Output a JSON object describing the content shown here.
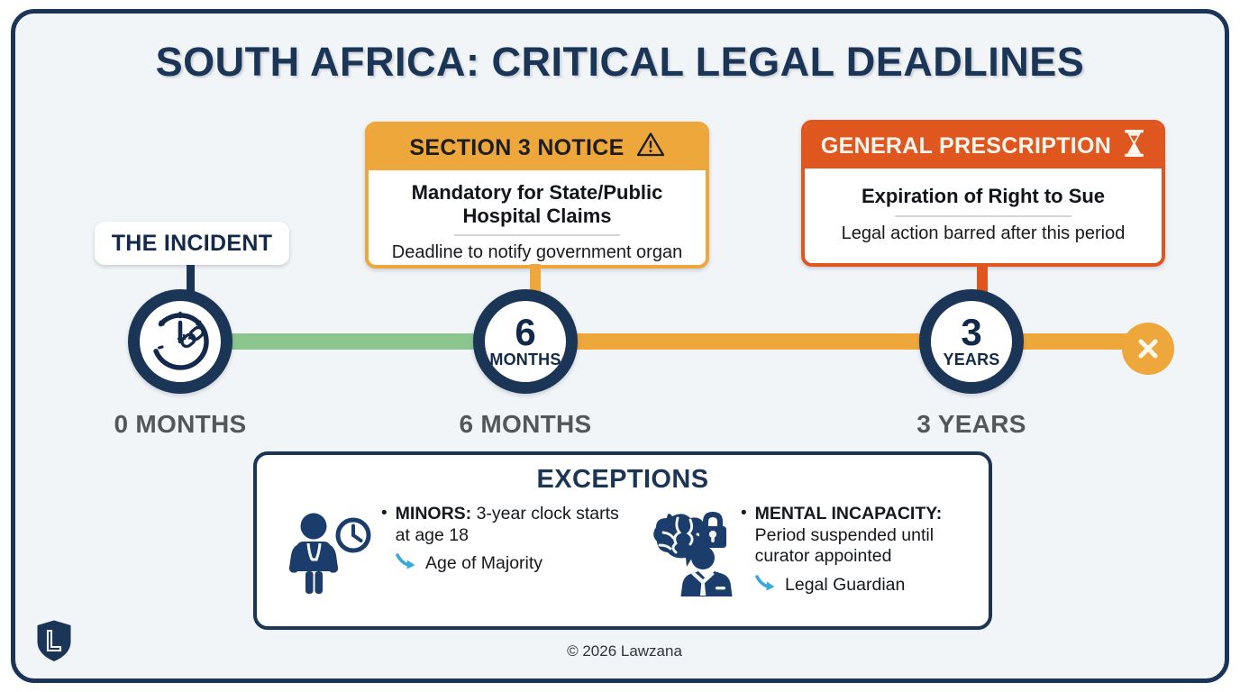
{
  "title": "SOUTH AFRICA: CRITICAL LEGAL DEADLINES",
  "cards": [
    {
      "id": "section-3-notice",
      "header": "SECTION 3 NOTICE",
      "header_icon": "warning-triangle-icon",
      "main": "Mandatory for State/Public Hospital Claims",
      "sub": "Deadline to notify government organ",
      "accent": "#eda73a"
    },
    {
      "id": "general-prescription",
      "header": "GENERAL PRESCRIPTION",
      "header_icon": "hourglass-icon",
      "main": "Expiration of Right to Sue",
      "sub": "Legal action barred after this period",
      "accent": "#e0561f"
    }
  ],
  "timeline": {
    "incident_pill": "THE INCIDENT",
    "nodes": [
      {
        "id": "node-incident",
        "number": "",
        "unit": "",
        "icon": "stopwatch-broken-chain-icon",
        "label": "0 MONTHS"
      },
      {
        "id": "node-six-months",
        "number": "6",
        "unit": "MONTHS",
        "icon": "",
        "label": "6 MONTHS"
      },
      {
        "id": "node-three-years",
        "number": "3",
        "unit": "YEARS",
        "icon": "",
        "label": "3 YEARS"
      }
    ],
    "end_marker_icon": "x-close-icon",
    "rail_colors": {
      "green": "#8cc68e",
      "orange": "#eda73a"
    }
  },
  "exceptions": {
    "title": "EXCEPTIONS",
    "items": [
      {
        "icon": "child-with-backpack-clock-icon",
        "bullet": "•",
        "term": "MINORS:",
        "text": " 3-year clock starts at age 18",
        "sub_icon": "curved-arrow-icon",
        "sub": "Age of Majority"
      },
      {
        "icon": "brain-lock-person-icon",
        "bullet": "•",
        "term": "MENTAL INCAPACITY:",
        "text": " Period suspended until curator appointed",
        "sub_icon": "curved-arrow-icon",
        "sub": "Legal Guardian"
      }
    ]
  },
  "footer": {
    "logo_icon": "lawzana-shield-logo",
    "logo_letter": "L",
    "copyright": "© 2026 Lawzana"
  },
  "colors": {
    "navy": "#1b3557",
    "deep_navy": "#13294b",
    "orange": "#eda73a",
    "red_orange": "#e0561f",
    "green": "#8cc68e",
    "panel_bg": "#f2f5f8",
    "arrow_blue": "#39a8dd"
  }
}
